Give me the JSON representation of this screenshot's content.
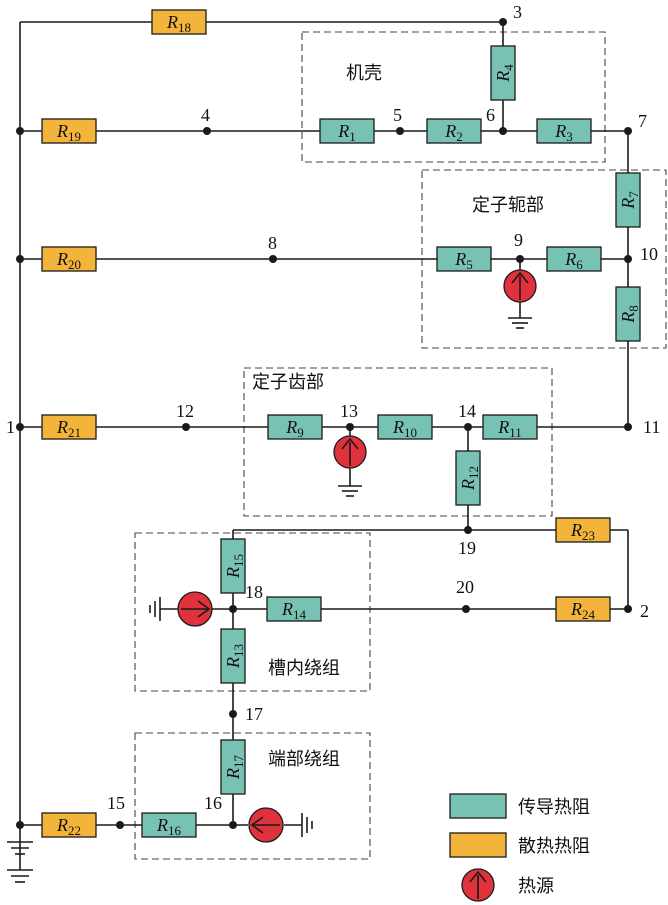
{
  "regions": {
    "housing": "机壳",
    "stator_yoke": "定子轭部",
    "stator_teeth": "定子齿部",
    "slot_winding": "槽内绕组",
    "end_winding": "端部绕组"
  },
  "nodes": {
    "n1": "1",
    "n2": "2",
    "n3": "3",
    "n4": "4",
    "n5": "5",
    "n6": "6",
    "n7": "7",
    "n8": "8",
    "n9": "9",
    "n10": "10",
    "n11": "11",
    "n12": "12",
    "n13": "13",
    "n14": "14",
    "n15": "15",
    "n16": "16",
    "n17": "17",
    "n18": "18",
    "n19": "19",
    "n20": "20"
  },
  "resistors": {
    "r1": "1",
    "r2": "2",
    "r3": "3",
    "r4": "4",
    "r5": "5",
    "r6": "6",
    "r7": "7",
    "r8": "8",
    "r9": "9",
    "r10": "10",
    "r11": "11",
    "r12": "12",
    "r13": "13",
    "r14": "14",
    "r15": "15",
    "r16": "16",
    "r17": "17",
    "r18": "18",
    "r19": "19",
    "r20": "20",
    "r21": "21",
    "r22": "22",
    "r23": "23",
    "r24": "24"
  },
  "resistor_symbol": "R",
  "legend": {
    "conduction": "传导热阻",
    "dissipation": "散热热阻",
    "heat_source": "热源"
  },
  "colors": {
    "conduction_resistor": "#78c2b4",
    "dissipation_resistor": "#f2b43a",
    "heat_source": "#e0323c"
  }
}
